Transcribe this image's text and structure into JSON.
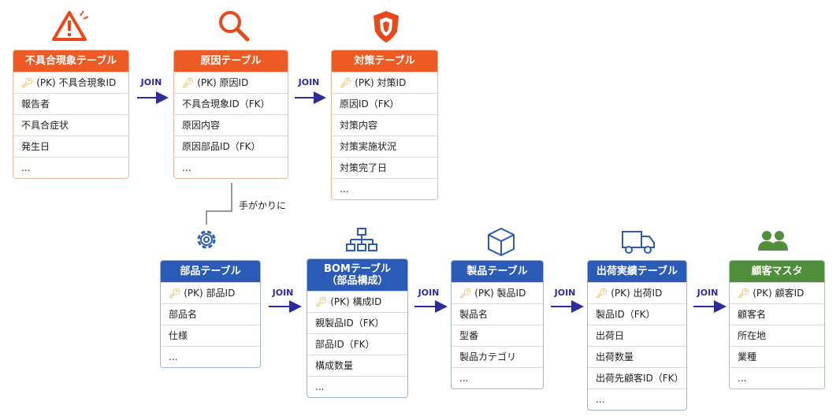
{
  "colors": {
    "orange": "#ee5a24",
    "blue": "#2b5bb8",
    "green": "#4f8f3a",
    "arrow": "#2c2c9a"
  },
  "pk_prefix": "(PK)",
  "join_label": "JOIN",
  "connector_note": "手がかりに",
  "tables": {
    "defect": {
      "title": "不具合現象テーブル",
      "icon": "warning-icon",
      "pk": "不具合現象ID",
      "rows": [
        "報告者",
        "不具合症状",
        "発生日",
        "..."
      ]
    },
    "cause": {
      "title": "原因テーブル",
      "icon": "magnifier-icon",
      "pk": "原因ID",
      "rows": [
        "不具合現象ID（FK）",
        "原因内容",
        "原因部品ID（FK）",
        "..."
      ]
    },
    "measure": {
      "title": "対策テーブル",
      "icon": "shield-icon",
      "pk": "対策ID",
      "rows": [
        "原因ID（FK）",
        "対策内容",
        "対策実施状況",
        "対策完了日",
        "..."
      ]
    },
    "part": {
      "title": "部品テーブル",
      "icon": "gear-icon",
      "pk": "部品ID",
      "rows": [
        "部品名",
        "仕様",
        "..."
      ]
    },
    "bom": {
      "title": "BOMテーブル",
      "subtitle": "（部品構成）",
      "icon": "hierarchy-icon",
      "pk": "構成ID",
      "rows": [
        "親製品ID（FK）",
        "部品ID（FK）",
        "構成数量",
        "..."
      ]
    },
    "product": {
      "title": "製品テーブル",
      "icon": "box-icon",
      "pk": "製品ID",
      "rows": [
        "製品名",
        "型番",
        "製品カテゴリ",
        "..."
      ]
    },
    "shipment": {
      "title": "出荷実績テーブル",
      "icon": "truck-icon",
      "pk": "出荷ID",
      "rows": [
        "製品ID（FK）",
        "出荷日",
        "出荷数量",
        "出荷先顧客ID（FK）",
        "..."
      ]
    },
    "customer": {
      "title": "顧客マスタ",
      "icon": "people-icon",
      "pk": "顧客ID",
      "rows": [
        "顧客名",
        "所在地",
        "業種",
        "..."
      ]
    }
  }
}
